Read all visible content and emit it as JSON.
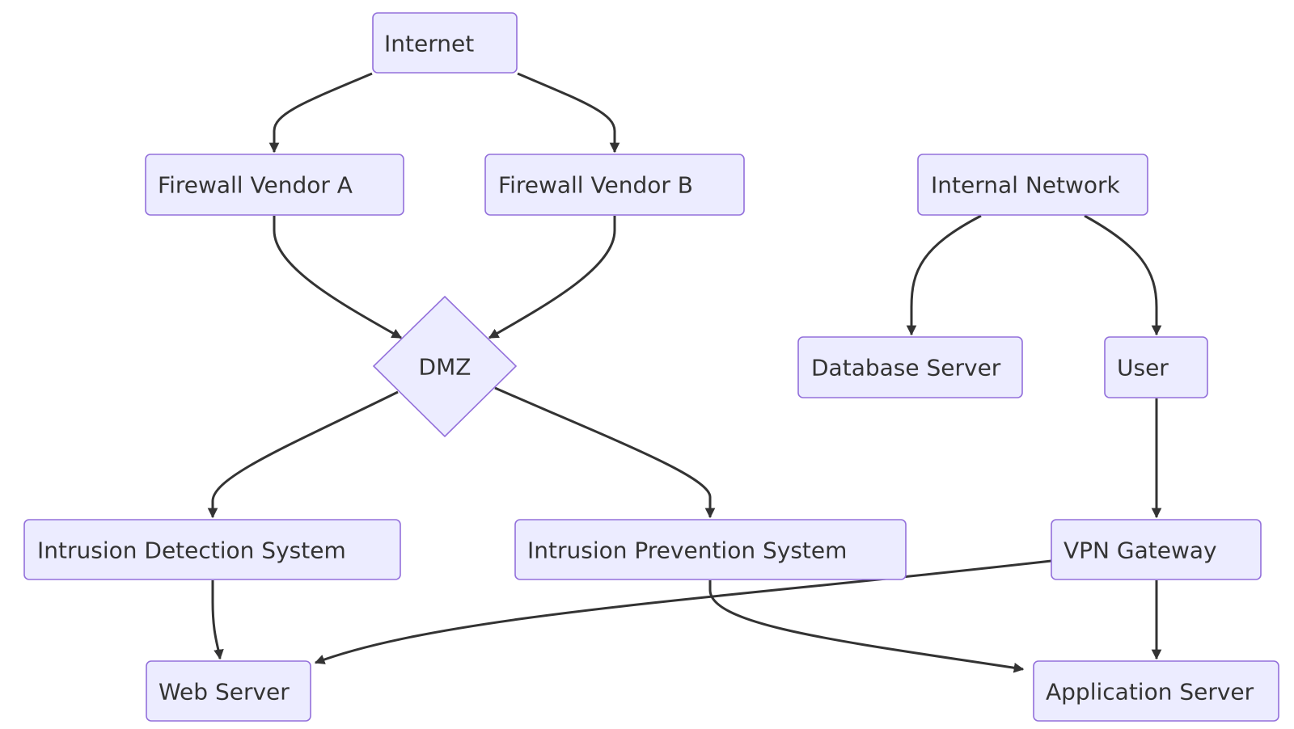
{
  "diagram": {
    "type": "flowchart",
    "nodes": [
      {
        "id": "internet",
        "label": "Internet",
        "shape": "rect"
      },
      {
        "id": "fwa",
        "label": "Firewall Vendor A",
        "shape": "rect"
      },
      {
        "id": "fwb",
        "label": "Firewall Vendor B",
        "shape": "rect"
      },
      {
        "id": "internal",
        "label": "Internal Network",
        "shape": "rect"
      },
      {
        "id": "dmz",
        "label": "DMZ",
        "shape": "diamond"
      },
      {
        "id": "db",
        "label": "Database Server",
        "shape": "rect"
      },
      {
        "id": "user",
        "label": "User",
        "shape": "rect"
      },
      {
        "id": "ids",
        "label": "Intrusion Detection System",
        "shape": "rect"
      },
      {
        "id": "ips",
        "label": "Intrusion Prevention System",
        "shape": "rect"
      },
      {
        "id": "vpn",
        "label": "VPN Gateway",
        "shape": "rect"
      },
      {
        "id": "web",
        "label": "Web Server",
        "shape": "rect"
      },
      {
        "id": "app",
        "label": "Application Server",
        "shape": "rect"
      }
    ],
    "edges": [
      {
        "from": "internet",
        "to": "fwa"
      },
      {
        "from": "internet",
        "to": "fwb"
      },
      {
        "from": "fwa",
        "to": "dmz"
      },
      {
        "from": "fwb",
        "to": "dmz"
      },
      {
        "from": "internal",
        "to": "db"
      },
      {
        "from": "internal",
        "to": "user"
      },
      {
        "from": "dmz",
        "to": "ids"
      },
      {
        "from": "dmz",
        "to": "ips"
      },
      {
        "from": "user",
        "to": "vpn"
      },
      {
        "from": "ids",
        "to": "web"
      },
      {
        "from": "vpn",
        "to": "web"
      },
      {
        "from": "ips",
        "to": "app"
      },
      {
        "from": "vpn",
        "to": "app"
      }
    ],
    "colors": {
      "node_fill": "#ECECFF",
      "node_stroke": "#9370DB",
      "edge": "#333333",
      "text": "#333333"
    }
  }
}
